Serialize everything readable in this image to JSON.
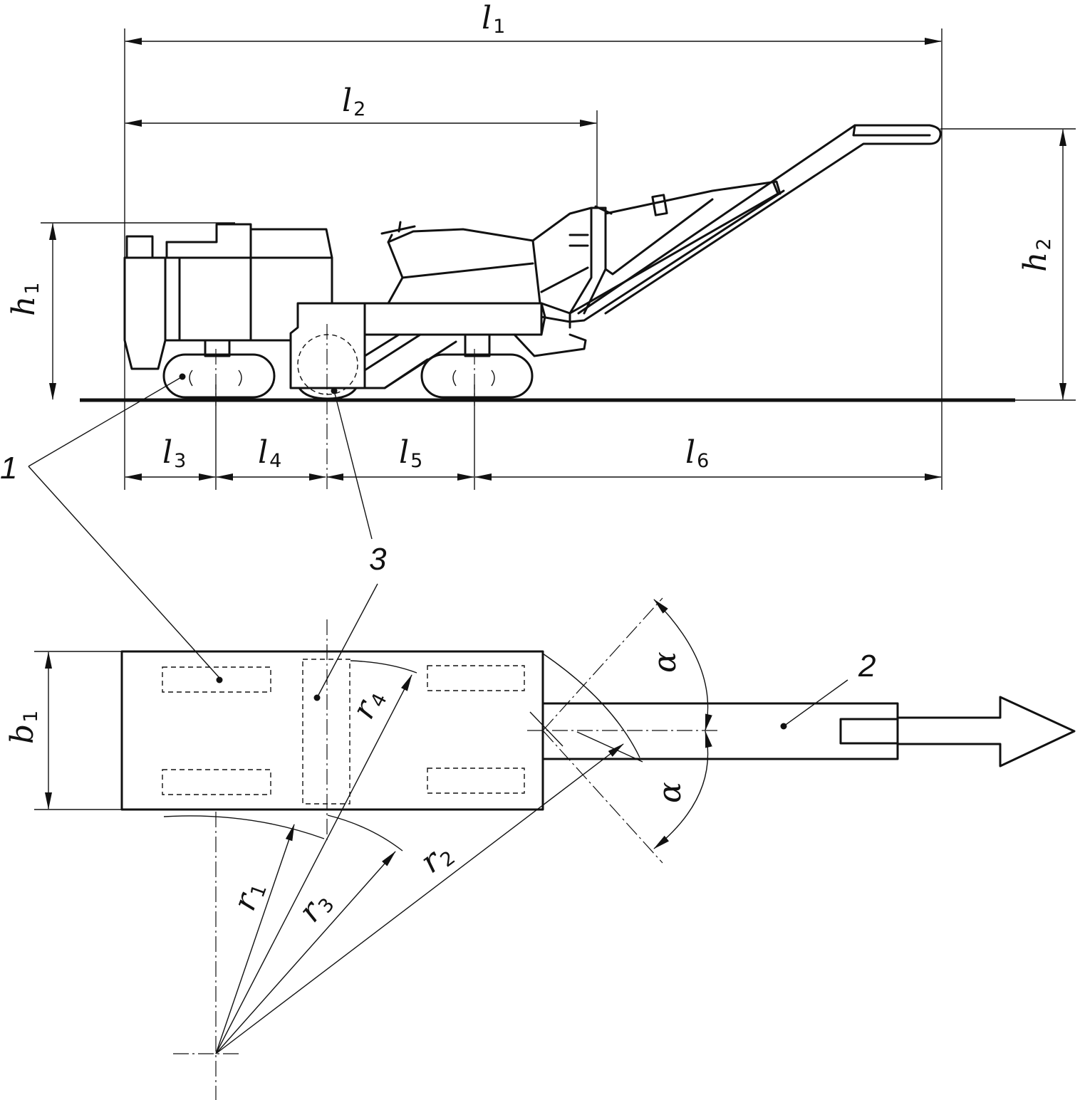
{
  "side_view": {
    "dimensions": {
      "l1": {
        "main": "l",
        "sub": "1"
      },
      "l2": {
        "main": "l",
        "sub": "2"
      },
      "l3": {
        "main": "l",
        "sub": "3"
      },
      "l4": {
        "main": "l",
        "sub": "4"
      },
      "l5": {
        "main": "l",
        "sub": "5"
      },
      "l6": {
        "main": "l",
        "sub": "6"
      },
      "h1": {
        "main": "h",
        "sub": "1"
      },
      "h2": {
        "main": "h",
        "sub": "2"
      }
    },
    "callouts": {
      "item1": "1",
      "item3": "3"
    }
  },
  "plan_view": {
    "dimensions": {
      "b1": {
        "main": "b",
        "sub": "1"
      },
      "r1": {
        "main": "r",
        "sub": "1"
      },
      "r2": {
        "main": "r",
        "sub": "2"
      },
      "r3": {
        "main": "r",
        "sub": "3"
      },
      "r4": {
        "main": "r",
        "sub": "4"
      },
      "alpha_top": "α",
      "alpha_bottom": "α"
    },
    "callouts": {
      "item2": "2"
    }
  }
}
